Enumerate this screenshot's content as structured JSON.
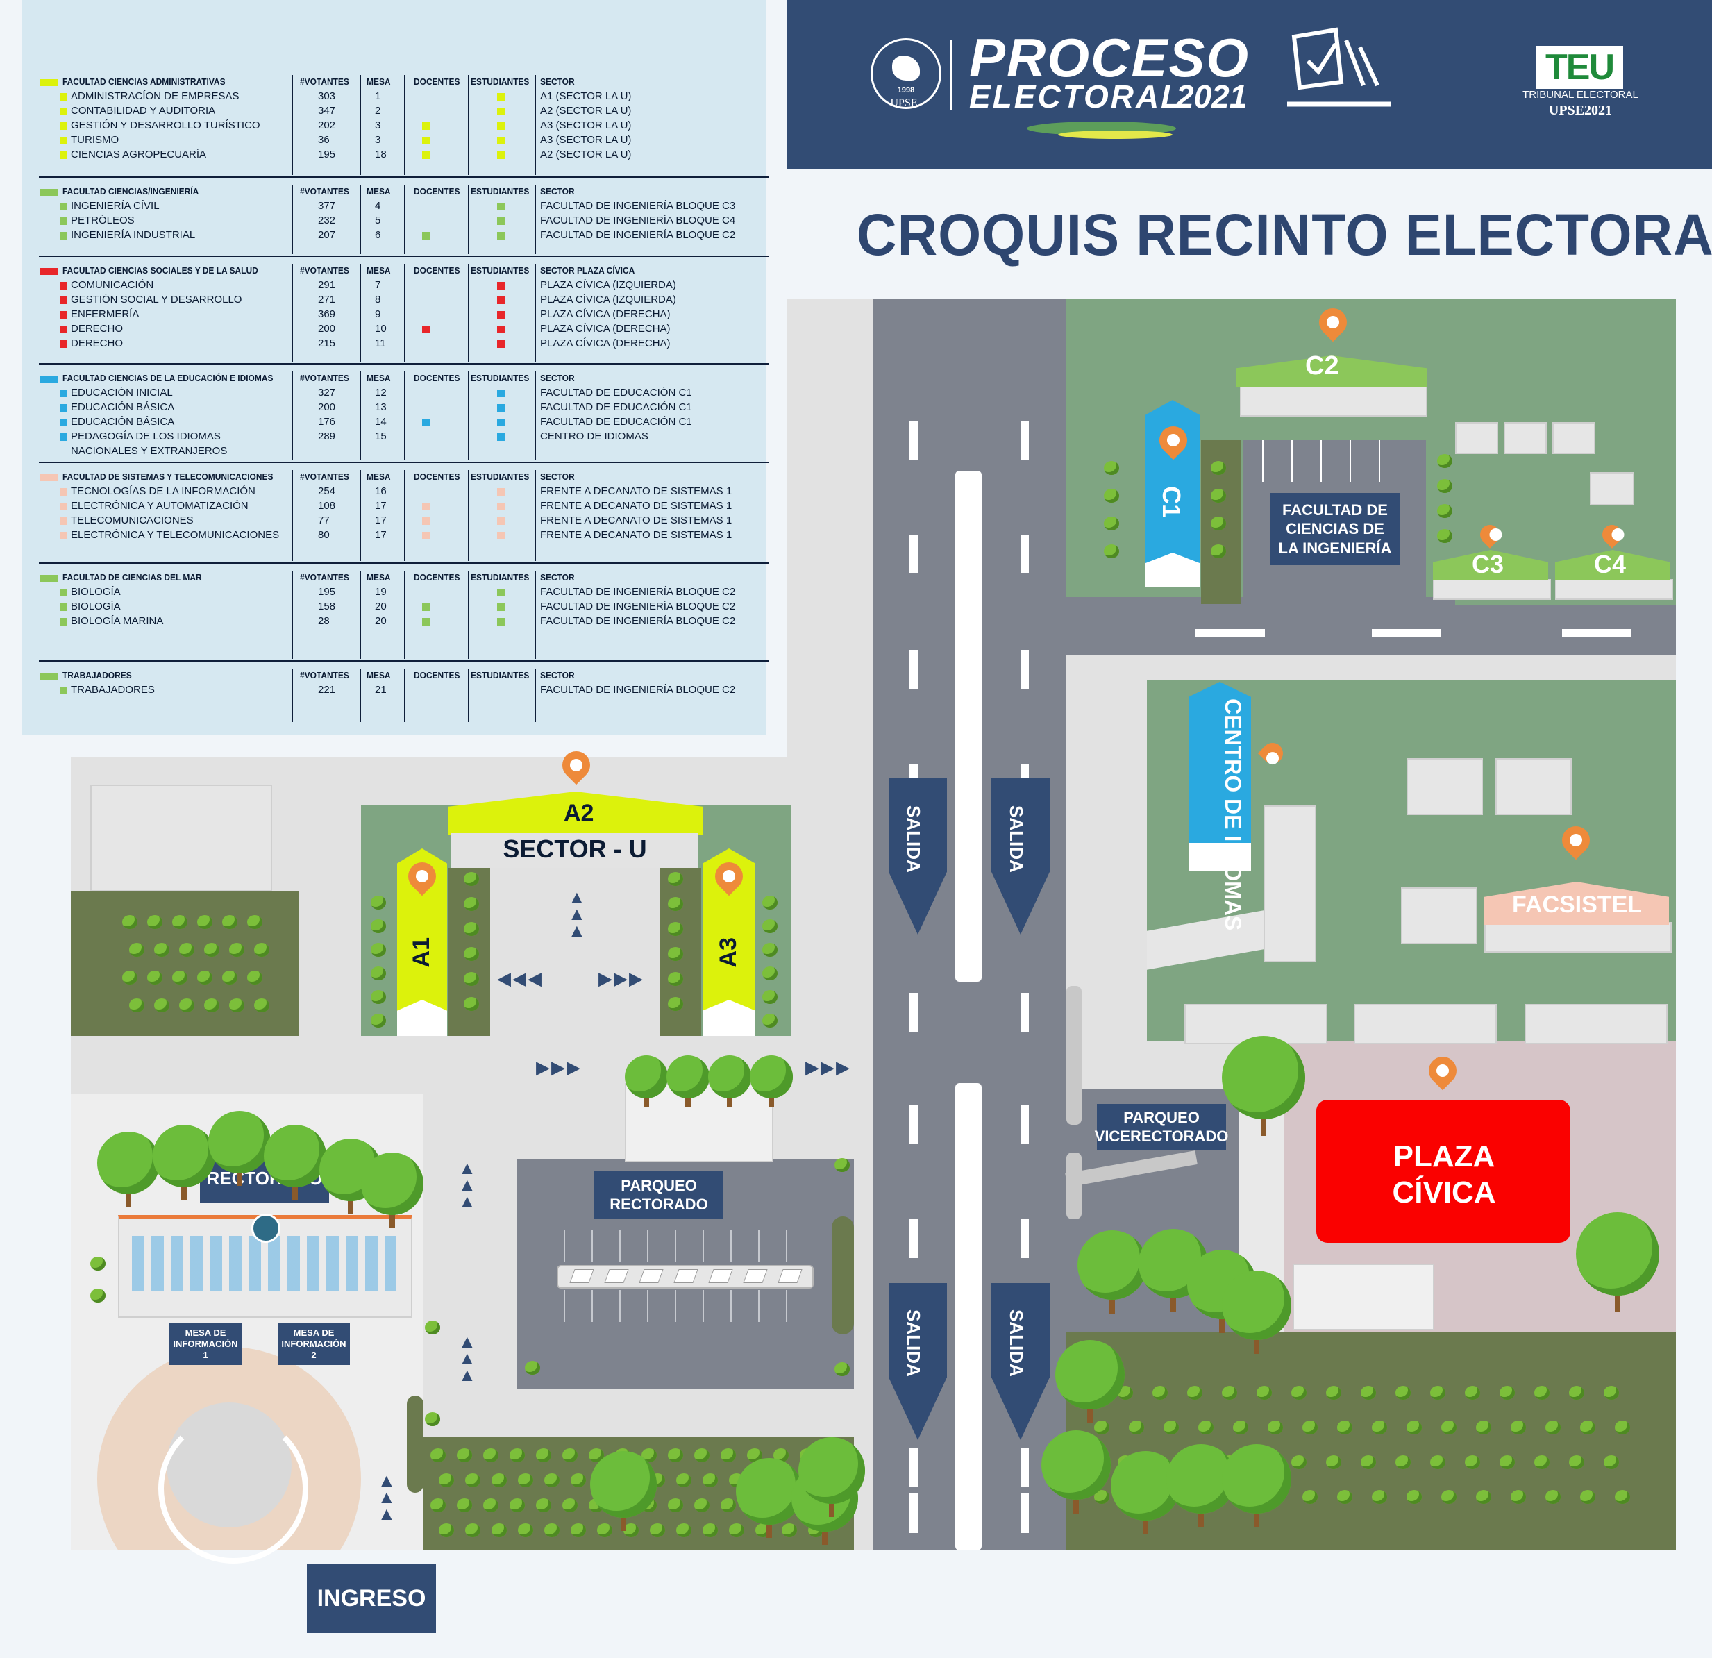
{
  "legend": {
    "column_headers": {
      "votantes": "#VOTANTES",
      "mesa": "MESA",
      "docentes": "DOCENTES",
      "estudiantes": "ESTUDIANTES",
      "sector": "SECTOR",
      "sector_plaza": "SECTOR PLAZA CÍVICA"
    },
    "groups": [
      {
        "title": "FACULTAD CIENCIAS ADMINISTRATIVAS",
        "color": "#dcf20c",
        "rows": [
          {
            "name": "ADMINISTRACÍON DE EMPRESAS",
            "votantes": "303",
            "mesa": "1",
            "docentes": false,
            "estudiantes": true,
            "sector": "A1 (SECTOR LA U)"
          },
          {
            "name": "CONTABILIDAD Y AUDITORIA",
            "votantes": "347",
            "mesa": "2",
            "docentes": false,
            "estudiantes": true,
            "sector": "A2 (SECTOR LA U)"
          },
          {
            "name": "GESTIÓN Y DESARROLLO TURÍSTICO",
            "votantes": "202",
            "mesa": "3",
            "docentes": true,
            "estudiantes": true,
            "sector": "A3 (SECTOR LA U)"
          },
          {
            "name": "TURISMO",
            "votantes": "36",
            "mesa": "3",
            "docentes": true,
            "estudiantes": true,
            "sector": "A3 (SECTOR LA U)"
          },
          {
            "name": "CIENCIAS AGROPECUARÍA",
            "votantes": "195",
            "mesa": "18",
            "docentes": true,
            "estudiantes": true,
            "sector": "A2 (SECTOR LA U)"
          }
        ]
      },
      {
        "title": "FACULTAD CIENCIAS/INGENIERÍA",
        "color": "#8cc75a",
        "rows": [
          {
            "name": "INGENIERÍA CÍVIL",
            "votantes": "377",
            "mesa": "4",
            "docentes": false,
            "estudiantes": true,
            "sector": "FACULTAD DE INGENIERÍA BLOQUE C3"
          },
          {
            "name": "PETRÓLEOS",
            "votantes": "232",
            "mesa": "5",
            "docentes": false,
            "estudiantes": true,
            "sector": "FACULTAD DE INGENIERÍA BLOQUE C4"
          },
          {
            "name": "INGENIERÍA INDUSTRIAL",
            "votantes": "207",
            "mesa": "6",
            "docentes": true,
            "estudiantes": true,
            "sector": "FACULTAD DE INGENIERÍA BLOQUE C2"
          }
        ]
      },
      {
        "title": "FACULTAD CIENCIAS SOCIALES Y DE LA SALUD",
        "color": "#e8262a",
        "rows": [
          {
            "name": "COMUNICACIÓN",
            "votantes": "291",
            "mesa": "7",
            "docentes": false,
            "estudiantes": true,
            "sector": "PLAZA CÍVICA (IZQUIERDA)"
          },
          {
            "name": "GESTIÓN SOCIAL Y DESARROLLO",
            "votantes": "271",
            "mesa": "8",
            "docentes": false,
            "estudiantes": true,
            "sector": "PLAZA CÍVICA (IZQUIERDA)"
          },
          {
            "name": "ENFERMERÍA",
            "votantes": "369",
            "mesa": "9",
            "docentes": false,
            "estudiantes": true,
            "sector": "PLAZA CÍVICA (DERECHA)"
          },
          {
            "name": "DERECHO",
            "votantes": "200",
            "mesa": "10",
            "docentes": true,
            "estudiantes": true,
            "sector": "PLAZA CÍVICA (DERECHA)"
          },
          {
            "name": "DERECHO",
            "votantes": "215",
            "mesa": "11",
            "docentes": false,
            "estudiantes": true,
            "sector": "PLAZA CÍVICA (DERECHA)"
          }
        ]
      },
      {
        "title": "FACULTAD CIENCIAS DE LA EDUCACIÓN E IDIOMAS",
        "color": "#2aa9e0",
        "rows": [
          {
            "name": "EDUCACIÓN INICIAL",
            "votantes": "327",
            "mesa": "12",
            "docentes": false,
            "estudiantes": true,
            "sector": "FACULTAD DE EDUCACIÓN C1"
          },
          {
            "name": "EDUCACIÓN BÁSICA",
            "votantes": "200",
            "mesa": "13",
            "docentes": false,
            "estudiantes": true,
            "sector": "FACULTAD DE EDUCACIÓN C1"
          },
          {
            "name": "EDUCACIÓN BÁSICA",
            "votantes": "176",
            "mesa": "14",
            "docentes": true,
            "estudiantes": true,
            "sector": "FACULTAD DE EDUCACIÓN C1"
          },
          {
            "name": "PEDAGOGÍA DE LOS IDIOMAS",
            "name2": "NACIONALES Y EXTRANJEROS",
            "votantes": "289",
            "mesa": "15",
            "docentes": false,
            "estudiantes": true,
            "sector": "CENTRO DE IDIOMAS"
          }
        ]
      },
      {
        "title": "FACULTAD DE SISTEMAS Y TELECOMUNICACIONES",
        "color": "#f5c6b4",
        "rows": [
          {
            "name": "TECNOLOGÍAS DE LA INFORMACIÓN",
            "votantes": "254",
            "mesa": "16",
            "docentes": false,
            "estudiantes": true,
            "sector": "FRENTE A DECANATO DE SISTEMAS 1"
          },
          {
            "name": "ELECTRÓNICA Y AUTOMATIZACIÓN",
            "votantes": "108",
            "mesa": "17",
            "docentes": true,
            "estudiantes": true,
            "sector": "FRENTE A DECANATO DE SISTEMAS 1"
          },
          {
            "name": "TELECOMUNICACIONES",
            "votantes": "77",
            "mesa": "17",
            "docentes": true,
            "estudiantes": true,
            "sector": "FRENTE A DECANATO DE SISTEMAS 1"
          },
          {
            "name": "ELECTRÓNICA Y TELECOMUNICACIONES",
            "votantes": "80",
            "mesa": "17",
            "docentes": true,
            "estudiantes": true,
            "sector": "FRENTE A DECANATO DE SISTEMAS 1"
          }
        ]
      },
      {
        "title": "FACULTAD DE CIENCIAS DEL MAR",
        "color": "#8cc75a",
        "rows": [
          {
            "name": "BIOLOGÍA",
            "votantes": "195",
            "mesa": "19",
            "docentes": false,
            "estudiantes": true,
            "sector": "FACULTAD DE INGENIERÍA BLOQUE C2"
          },
          {
            "name": "BIOLOGÍA",
            "votantes": "158",
            "mesa": "20",
            "docentes": true,
            "estudiantes": true,
            "sector": "FACULTAD DE INGENIERÍA BLOQUE C2"
          },
          {
            "name": "BIOLOGÍA MARINA",
            "votantes": "28",
            "mesa": "20",
            "docentes": true,
            "estudiantes": true,
            "sector": "FACULTAD DE INGENIERÍA BLOQUE C2"
          }
        ]
      },
      {
        "title": "TRABAJADORES",
        "color": "#8cc75a",
        "rows": [
          {
            "name": "TRABAJADORES",
            "votantes": "221",
            "mesa": "21",
            "docentes": false,
            "estudiantes": false,
            "sector": "FACULTAD DE INGENIERÍA BLOQUE C2"
          }
        ]
      }
    ]
  },
  "header": {
    "title_line1": "PROCESO",
    "title_line2": "ELECTORAL",
    "year": "2021",
    "upse_small": "UPSE",
    "upse_year": "1998",
    "te_logo": "TEU",
    "te_name": "TRIBUNAL ELECTORAL",
    "te_upse": "UPSE2021",
    "map_title": "CROQUIS RECINTO ELECTORAL"
  },
  "map": {
    "c1": "C1",
    "c2": "C2",
    "c3": "C3",
    "c4": "C4",
    "fac_ingenieria": "FACULTAD DE CIENCIAS DE LA INGENIERÍA",
    "centro_idiomas": "CENTRO DE IDIOMAS",
    "facsistel": "FACSISTEL",
    "a1": "A1",
    "a2": "A2",
    "a3": "A3",
    "sector_u": "SECTOR - U",
    "salida": "SALIDA",
    "parqueo_rectorado": "PARQUEO RECTORADO",
    "parqueo_vicerectorado": "PARQUEO VICERECTORADO",
    "plaza_civica": "PLAZA CÍVICA",
    "rectorado": "RECTORADO",
    "mesa_info_1": "MESA DE INFORMACIÓN 1",
    "mesa_info_2": "MESA DE INFORMACIÓN 2",
    "ingreso": "INGRESO",
    "colors": {
      "navy": "#324c74",
      "orange": "#ee8a3a",
      "lime": "#dcf20c",
      "green": "#8cc75a",
      "blue": "#2aa9e0",
      "red": "#fa0100",
      "salmon": "#f5c6b4"
    }
  }
}
